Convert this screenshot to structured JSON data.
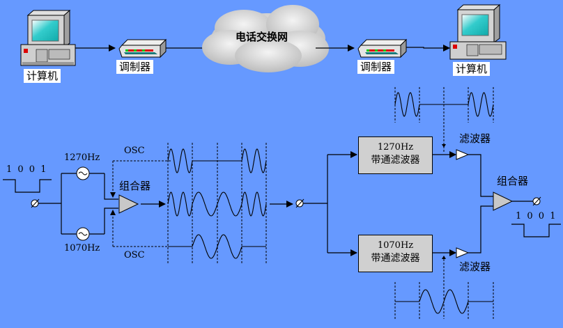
{
  "network": {
    "computer_left_label": "计算机",
    "modem_left_label": "调制器",
    "cloud_label": "电话交换网",
    "modem_right_label": "调制器",
    "computer_right_label": "计算机"
  },
  "modulator": {
    "input_bits": "1 0 0 1",
    "osc_top_freq": "1270Hz",
    "osc_bottom_freq": "1070Hz",
    "osc_top_label": "OSC",
    "osc_bottom_label": "OSC",
    "combiner_label": "组合器"
  },
  "demodulator": {
    "filter_top_freq": "1270Hz",
    "filter_top_name": "带通滤波器",
    "filter_bottom_freq": "1070Hz",
    "filter_bottom_name": "带通滤波器",
    "detector_top_label": "滤波器",
    "detector_bottom_label": "滤波器",
    "combiner_label": "组合器",
    "output_bits": "1 0 0 1"
  },
  "colors": {
    "background": "#6699ff",
    "box_fill": "#d0d0d0",
    "screen": "#22cccc"
  }
}
